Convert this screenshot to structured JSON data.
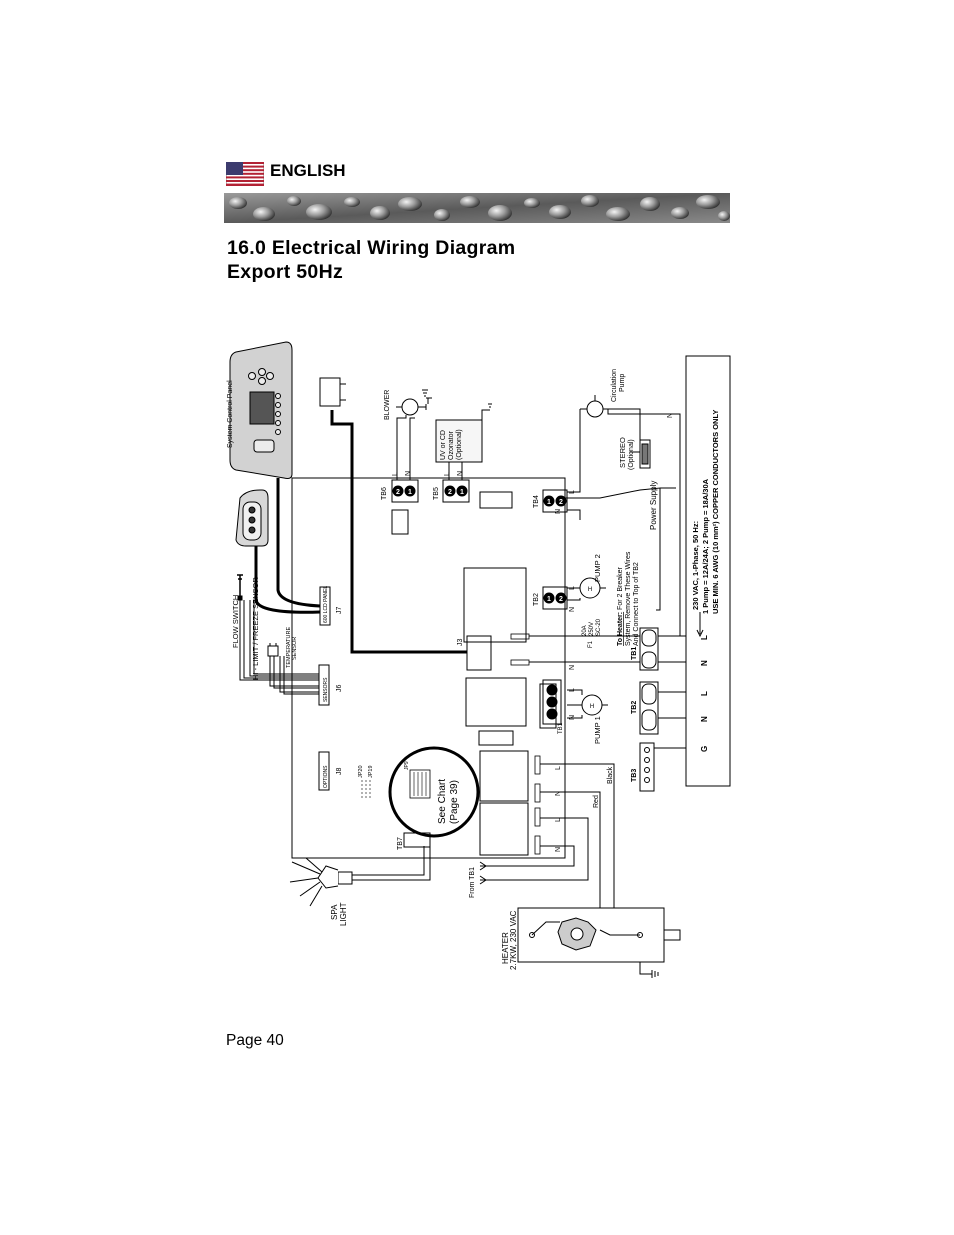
{
  "header": {
    "language": "ENGLISH",
    "title_line1": "16.0  Electrical Wiring Diagram",
    "title_line2": "Export 50Hz"
  },
  "footer": {
    "page": "Page 40"
  },
  "diagram": {
    "system_control_panel": "System Control Panel",
    "flow_switch": "FLOW SWITCH",
    "hi_limit_freeze": "HI - LIMIT / FREEZE SENSOR",
    "temperature_sensor_1": "TEMPERATURE",
    "temperature_sensor_2": "SENSOR",
    "sensors": "SENSORS",
    "j6": "J6",
    "lcd_panel": "600 LCD PANEL",
    "j7": "J7",
    "options": "OPTIONS",
    "j8": "J8",
    "jp20": "JP20",
    "jp19": "JP19",
    "jp9": "JP9",
    "see_chart_1": "See Chart",
    "see_chart_2": "(Page 39)",
    "tb7": "TB7",
    "spa_light_1": "SPA",
    "spa_light_2": "LIGHT",
    "from_tb1": "From TB1",
    "heater_1": "HEATER",
    "heater_2": "2.7KW, 230 VAC",
    "blower": "BLOWER",
    "uv_1": "UV or CD",
    "uv_2": "Ozonator",
    "uv_3": "(Optional)",
    "tb6": "TB6",
    "tb5": "TB5",
    "tb4": "TB4",
    "tb2_board": "TB2",
    "tb1_board": "TB1",
    "j3": "J3",
    "pump2": "PUMP 2",
    "pump1": "PUMP 1",
    "to_heater": "To Heater:",
    "heater_note_1": "For 2 Breaker",
    "heater_note_2": "System, Remove These Wires",
    "heater_note_3": "And Connect to Top of TB2",
    "fuse_1": "20A",
    "fuse_2": "250V",
    "fuse_3": "SC-20",
    "f1": "F1",
    "black": "Black",
    "red": "Red",
    "circulation_1": "Circulation",
    "circulation_2": "Pump",
    "stereo_1": "STEREO",
    "stereo_2": "(Optional)",
    "power_supply": "Power Supply",
    "tb1_main": "TB1",
    "tb2_main": "TB2",
    "tb3_main": "TB3",
    "label_l": "L",
    "label_n": "N",
    "label_g": "G",
    "spec_1": "230 VAC, 1-Phase, 50 Hz:",
    "spec_2": "1 Pump = 12A/24A; 2 Pump = 18A/30A",
    "spec_3": "USE MIN. 6 AWG (10 mm²) COPPER CONDUCTORS ONLY"
  }
}
